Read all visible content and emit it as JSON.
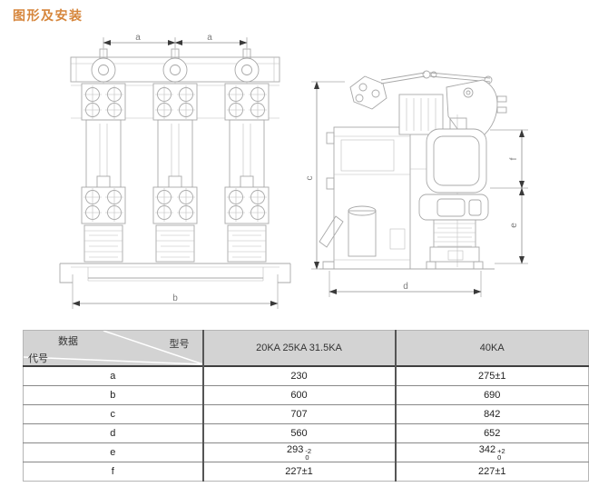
{
  "page": {
    "title": "图形及安装",
    "accent_color": "#d6863c",
    "table_header_bg": "#d3d3d3",
    "drawing_line_color": "#a8a8a8"
  },
  "figure": {
    "front_view": {
      "dim_a_left": "a",
      "dim_a_right": "a",
      "dim_b": "b"
    },
    "side_view": {
      "dim_c": "c",
      "dim_d": "d",
      "dim_e": "e",
      "dim_f": "f"
    }
  },
  "table": {
    "header": {
      "corner_top": "数据",
      "corner_right": "型号",
      "corner_bottom": "代号",
      "col_model_1": "20KA 25KA 31.5KA",
      "col_model_2": "40KA"
    },
    "rows": [
      {
        "code": "a",
        "v1": "230",
        "v2": "275±1"
      },
      {
        "code": "b",
        "v1": "600",
        "v2": "690"
      },
      {
        "code": "c",
        "v1": "707",
        "v2": "842"
      },
      {
        "code": "d",
        "v1": "560",
        "v2": "652"
      },
      {
        "code": "e",
        "v1": "293",
        "v1_sup": "-2",
        "v1_sub": "0",
        "v2": "342",
        "v2_sup": "+2",
        "v2_sub": "0"
      },
      {
        "code": "f",
        "v1": "227±1",
        "v2": "227±1"
      }
    ]
  }
}
